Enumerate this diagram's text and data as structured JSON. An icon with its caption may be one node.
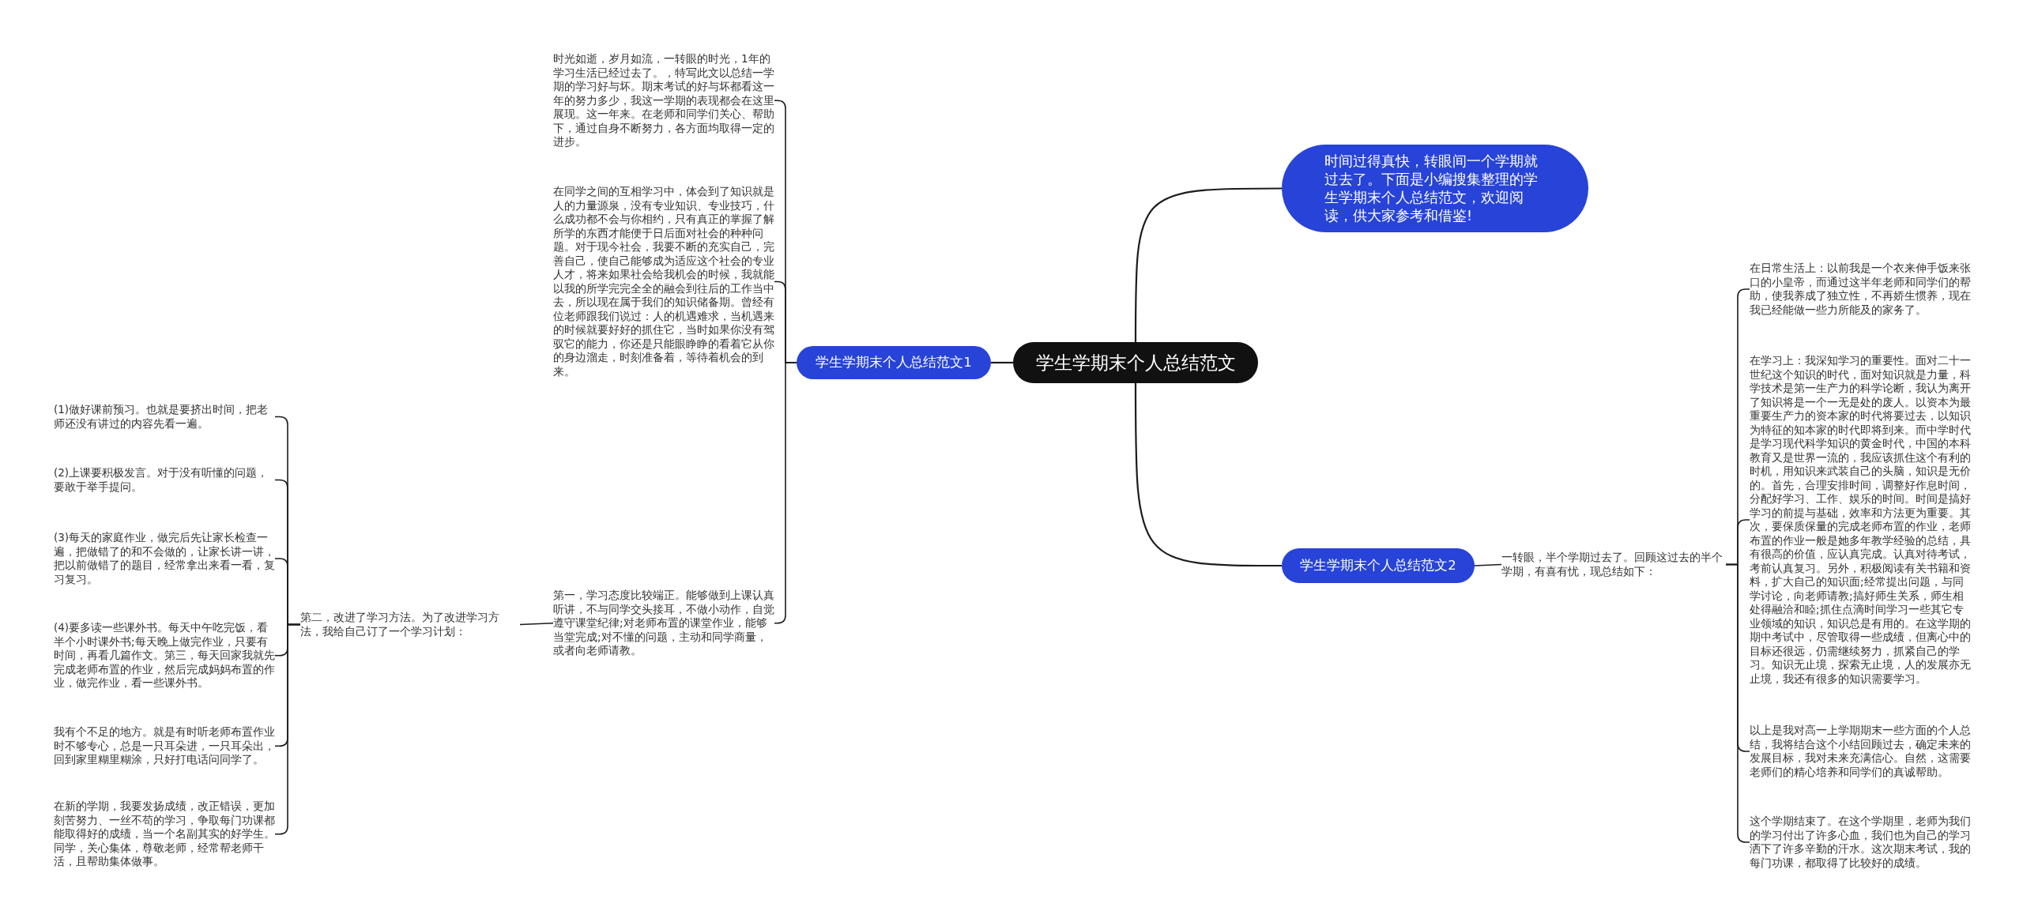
{
  "diagram": {
    "nodes": [
      {
        "text": [
          "学生学期末个人总结范文"
        ]
      },
      {
        "text": [
          "时间过得真快，转眼间一个学期就过去了。下面是小编搜集整理的学生学期末个人总结范文，欢迎阅读，供大家参考和借鉴!"
        ]
      },
      {
        "text": [
          "学生学期末个人总结范文1"
        ]
      },
      {
        "text": [
          "学生学期末个人总结范文2"
        ]
      },
      {
        "text": [
          "时光如逝，岁月如流，一转眼的时光，1年的学习生活已经过去了。，特写此文以总结一学期的学习好与坏。期末考试的好与坏都看这一年的努力多少，我这一学期的表现都会在这里展现。这一年来。在老师和同学们关心、帮助下，通过自身不断努力，各方面均取得一定的进步。"
        ]
      },
      {
        "text": [
          "在同学之间的互相学习中，体会到了知识就是人的力量源泉，没有专业知识、专业技巧，什么成功都不会与你相约，只有真正的掌握了解所学的东西才能便于日后面对社会的种种问题。对于现今社会，我要不断的充实自己，完善自己，使自己能够成为适应这个社会的专业人才，将来如果社会给我机会的时候，我就能以我的所学完完全全的融会到往后的工作当中去，所以现在属于我们的知识储备期。曾经有位老师跟我们说过：人的机遇难求，当机遇来的时候就要好好的抓住它，当时如果你没有驾驭它的能力，你还是只能眼睁睁的看着它从你的身边溜走，时刻准备着，等待着机会的到来。"
        ]
      },
      {
        "text": [
          "第一，学习态度比较端正。能够做到上课认真听讲，不与同学交头接耳，不做小动作，自觉遵守课堂纪律;对老师布置的课堂作业，能够当堂完成;对不懂的问题，主动和同学商量，或者向老师请教。"
        ]
      },
      {
        "text": [
          "第二，改进了学习方法。为了改进学习方法，我给自己订了一个学习计划："
        ]
      },
      {
        "text": [
          "(1)做好课前预习。也就是要挤出时间，把老师还没有讲过的内容先看一遍。"
        ]
      },
      {
        "text": [
          "(2)上课要积极发言。对于没有听懂的问题，要敢于举手提问。"
        ]
      },
      {
        "text": [
          "(3)每天的家庭作业，做完后先让家长检查一遍，把做错了的和不会做的，让家长讲一讲，把以前做错了的题目，经常拿出来看一看，复习复习。"
        ]
      },
      {
        "text": [
          "(4)要多读一些课外书。每天中午吃完饭，看半个小时课外书;每天晚上做完作业，只要有时间，再看几篇作文。第三，每天回家我就先完成老师布置的作业，然后完成妈妈布置的作业，做完作业，看一些课外书。"
        ]
      },
      {
        "text": [
          "我有个不足的地方。就是有时听老师布置作业时不够专心，总是一只耳朵进，一只耳朵出，回到家里糊里糊涂，只好打电话问同学了。"
        ]
      },
      {
        "text": [
          "在新的学期，我要发扬成绩，改正错误，更加刻苦努力、一丝不苟的学习，争取每门功课都能取得好的成绩，当一个名副其实的好学生。同学，关心集体，尊敬老师，经常帮老师干活，且帮助集体做事。"
        ]
      },
      {
        "text": [
          "一转眼，半个学期过去了。回顾这过去的半个学期，有喜有忧，现总结如下："
        ]
      },
      {
        "text": [
          "在日常生活上：以前我是一个衣来伸手饭来张口的小皇帝，而通过这半年老师和同学们的帮助，使我养成了独立性，不再娇生惯养，现在我已经能做一些力所能及的家务了。"
        ]
      },
      {
        "text": [
          "在学习上：我深知学习的重要性。面对二十一世纪这个知识的时代，面对知识就是力量，科学技术是第一生产力的科学论断，我认为离开了知识将是一个一无是处的废人。以资本为最重要生产力的资本家的时代将要过去，以知识为特征的知本家的时代即将到来。而中学时代是学习现代科学知识的黄金时代，中国的本科教育又是世界一流的，我应该抓住这个有利的时机，用知识来武装自己的头脑，知识是无价的。首先，合理安排时间，调整好作息时间，分配好学习、工作、娱乐的时间。时间是搞好学习的前提与基础，效率和方法更为重要。其次，要保质保量的完成老师布置的作业，老师布置的作业一般是她多年教学经验的总结，具有很高的价值，应认真完成。认真对待考试，考前认真复习。另外，积极阅读有关书籍和资料，扩大自己的知识面;经常提出问题，与同学讨论，向老师请教;搞好师生关系，师生相处得融洽和睦;抓住点滴时间学习一些其它专业领域的知识，知识总是有用的。在这学期的期中考试中，尽管取得一些成绩，但离心中的目标还很远，仍需继续努力，抓紧自己的学习。知识无止境，探索无止境，人的发展亦无止境，我还有很多的知识需要学习。"
        ]
      },
      {
        "text": [
          "以上是我对高一上学期期末一些方面的个人总结，我将结合这个小结回顾过去，确定未来的发展目标，我对未来充满信心。自然，这需要老师们的精心培养和同学们的真诚帮助。"
        ]
      },
      {
        "text": [
          "这个学期结束了。在这个学期里，老师为我们的学习付出了许多心血，我们也为自己的学习洒下了许多辛勤的汗水。这次期末考试，我的每门功课，都取得了比较好的成绩。"
        ]
      }
    ],
    "edges": [
      {
        "from": 0,
        "to": 1,
        "arrow": "none"
      },
      {
        "from": 0,
        "to": 2,
        "arrow": "none"
      },
      {
        "from": 0,
        "to": 3,
        "arrow": "none"
      },
      {
        "from": 2,
        "to": 4,
        "arrow": "none"
      },
      {
        "from": 2,
        "to": 5,
        "arrow": "none"
      },
      {
        "from": 2,
        "to": 6,
        "arrow": "none"
      },
      {
        "from": 6,
        "to": 7,
        "arrow": "none"
      },
      {
        "from": 7,
        "to": 8,
        "arrow": "none"
      },
      {
        "from": 7,
        "to": 9,
        "arrow": "none"
      },
      {
        "from": 7,
        "to": 10,
        "arrow": "none"
      },
      {
        "from": 7,
        "to": 11,
        "arrow": "none"
      },
      {
        "from": 7,
        "to": 12,
        "arrow": "none"
      },
      {
        "from": 7,
        "to": 13,
        "arrow": "none"
      },
      {
        "from": 3,
        "to": 14,
        "arrow": "none"
      },
      {
        "from": 14,
        "to": 15,
        "arrow": "none"
      },
      {
        "from": 14,
        "to": 16,
        "arrow": "none"
      },
      {
        "from": 14,
        "to": 17,
        "arrow": "none"
      },
      {
        "from": 14,
        "to": 18,
        "arrow": "none"
      }
    ]
  }
}
